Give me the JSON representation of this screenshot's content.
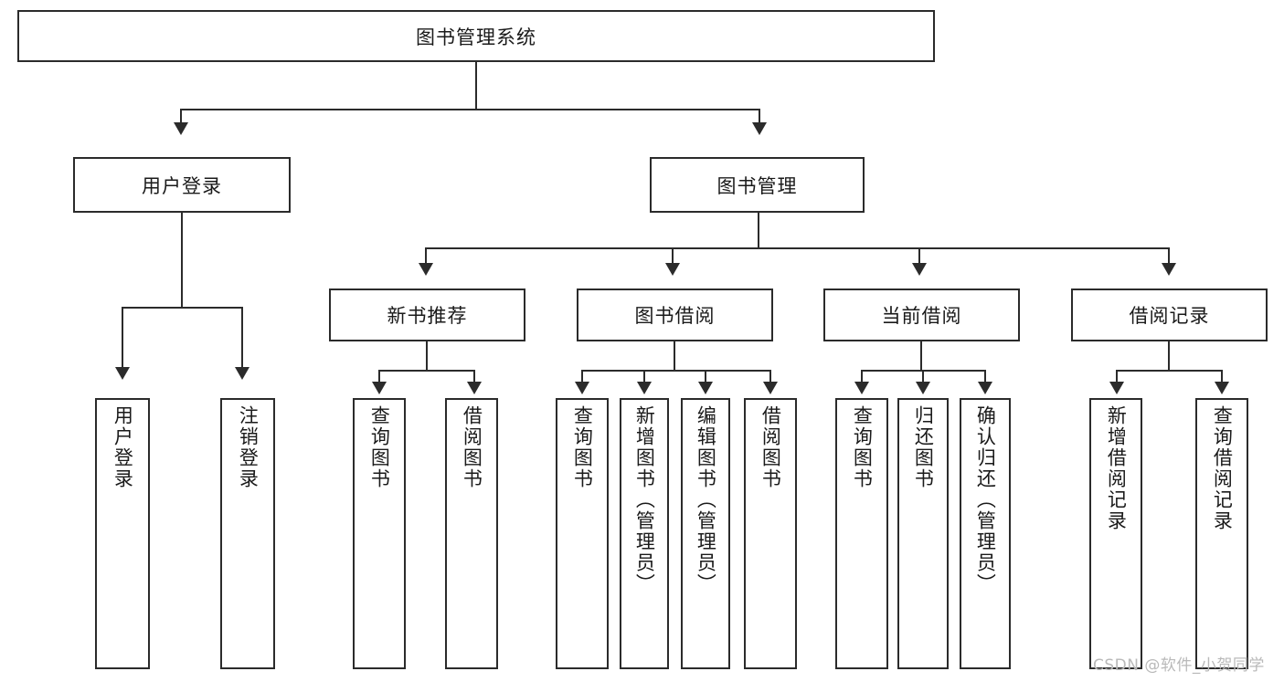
{
  "diagram": {
    "title": "图书管理系统",
    "type": "功能结构图",
    "root": {
      "label": "图书管理系统"
    },
    "level2": [
      {
        "id": "user-login",
        "label": "用户登录"
      },
      {
        "id": "book-manage",
        "label": "图书管理"
      }
    ],
    "level3": [
      {
        "id": "new-book-recommend",
        "label": "新书推荐",
        "parent": "book-manage"
      },
      {
        "id": "book-borrow",
        "label": "图书借阅",
        "parent": "book-manage"
      },
      {
        "id": "current-borrow",
        "label": "当前借阅",
        "parent": "book-manage"
      },
      {
        "id": "borrow-record",
        "label": "借阅记录",
        "parent": "book-manage"
      }
    ],
    "leaves": {
      "user_login": [
        {
          "id": "leaf-user-login",
          "label": "用户登录"
        },
        {
          "id": "leaf-user-logout",
          "label": "注销登录"
        }
      ],
      "new_book_recommend": [
        {
          "id": "leaf-query-book-1",
          "label": "查询图书"
        },
        {
          "id": "leaf-borrow-book-1",
          "label": "借阅图书"
        }
      ],
      "book_borrow": [
        {
          "id": "leaf-query-book-2",
          "label": "查询图书"
        },
        {
          "id": "leaf-add-book",
          "label": "新增图书（管理员）"
        },
        {
          "id": "leaf-edit-book",
          "label": "编辑图书（管理员）"
        },
        {
          "id": "leaf-borrow-book-2",
          "label": "借阅图书"
        }
      ],
      "current_borrow": [
        {
          "id": "leaf-query-book-3",
          "label": "查询图书"
        },
        {
          "id": "leaf-return-book",
          "label": "归还图书"
        },
        {
          "id": "leaf-confirm-return",
          "label": "确认归还（管理员）"
        }
      ],
      "borrow_record": [
        {
          "id": "leaf-add-record",
          "label": "新增借阅记录"
        },
        {
          "id": "leaf-query-record",
          "label": "查询借阅记录"
        }
      ]
    }
  },
  "watermark": {
    "text": "CSDN @软件_小贺同学"
  },
  "colors": {
    "stroke": "#2b2b2b",
    "background": "#ffffff",
    "text": "#1a1a1a",
    "watermark": "#b9b9b9"
  }
}
